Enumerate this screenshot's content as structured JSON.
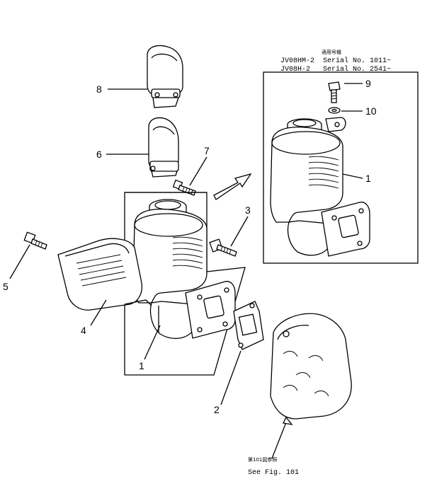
{
  "callouts": {
    "c1_main": "1",
    "c1_inset": "1",
    "c2": "2",
    "c3": "3",
    "c4": "4",
    "c5": "5",
    "c6": "6",
    "c7": "7",
    "c8": "8",
    "c9": "9",
    "c10": "10"
  },
  "serial_header": {
    "jp_heading": "適用号機",
    "model1": "JV08HM-2",
    "serial1": "Serial No. 1011~",
    "model2": "JV08H-2",
    "serial2": "Serial No. 2541~"
  },
  "reference": {
    "jp_note": "第101図参照",
    "en_note": "See Fig. 101"
  }
}
